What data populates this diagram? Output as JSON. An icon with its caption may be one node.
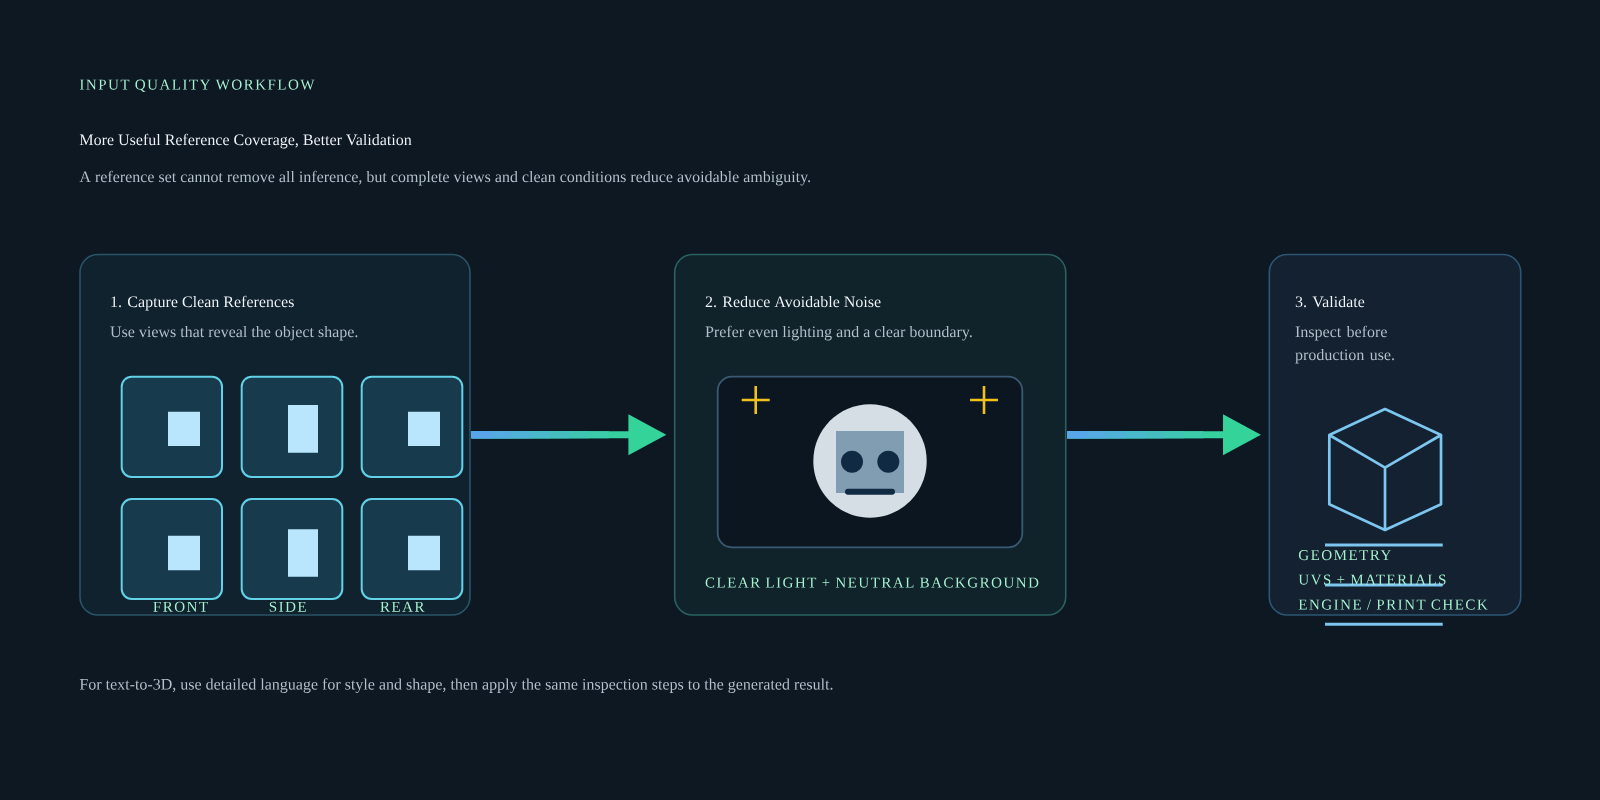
{
  "diagram": {
    "title": "More Useful Reference Coverage, Better Validation",
    "nodes": [
      {
        "text": [
          "1. Capture Clean References",
          "Use views that reveal the object shape.",
          "FRONT",
          "SIDE",
          "REAR"
        ]
      },
      {
        "text": [
          "2. Reduce Avoidable Noise",
          "Prefer even lighting and a clear boundary.",
          "CLEAR LIGHT + NEUTRAL BACKGROUND"
        ]
      },
      {
        "text": [
          "3. Validate",
          "Inspect before production use.",
          "GEOMETRY",
          "UVS + MATERIALS",
          "ENGINE / PRINT CHECK"
        ]
      }
    ],
    "edges": [
      {
        "from": 0,
        "to": 1,
        "arrow": "to"
      },
      {
        "from": 1,
        "to": 2,
        "arrow": "to"
      }
    ],
    "labels": [
      "INPUT QUALITY WORKFLOW",
      "A reference set cannot remove all inference, but complete views and clean conditions reduce avoidable ambiguity.",
      "For text-to-3D, use detailed language for style and shape, then apply the same inspection steps to the generated result."
    ]
  }
}
